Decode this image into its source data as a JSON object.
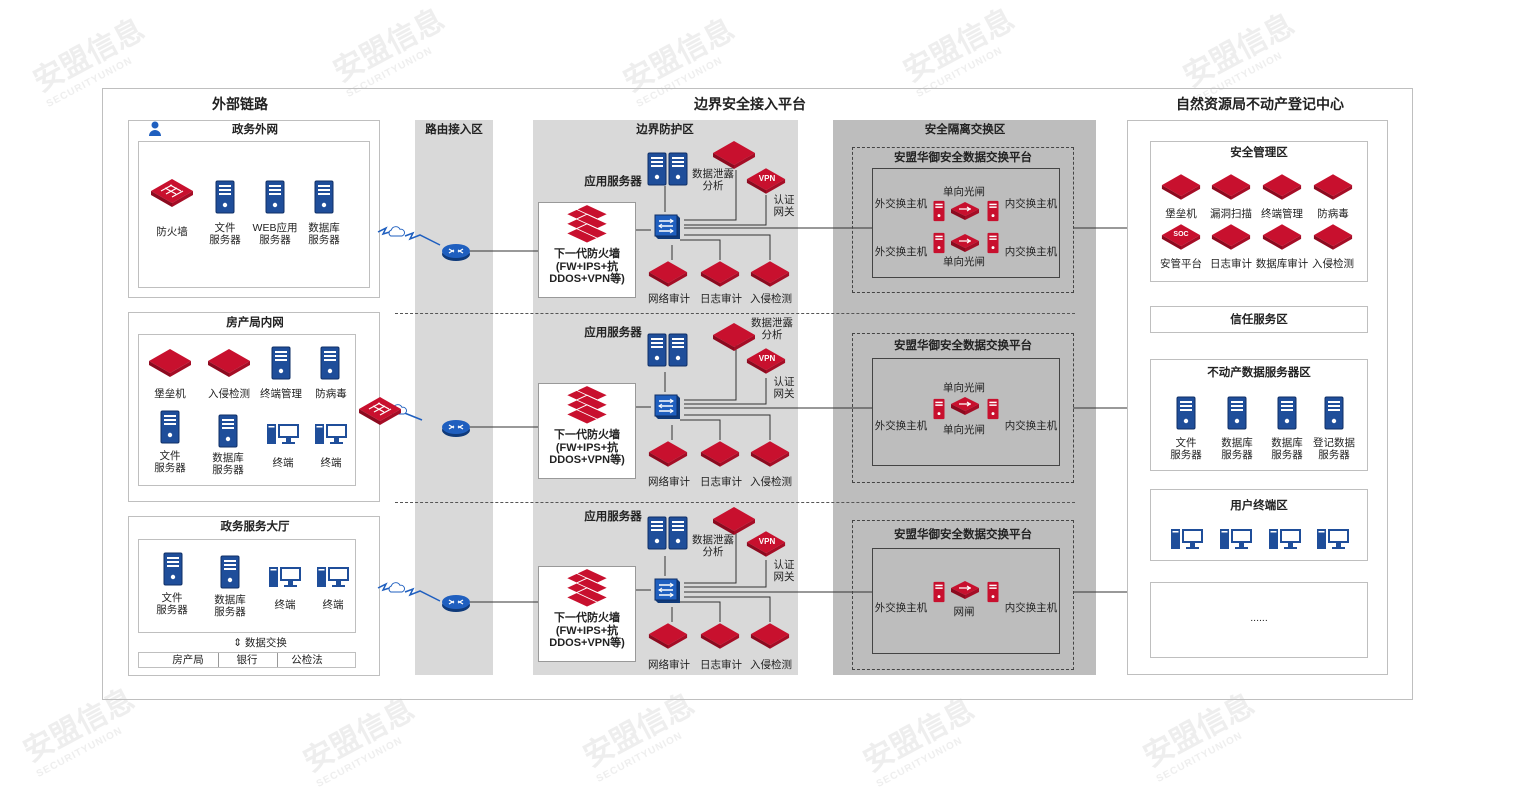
{
  "headers": {
    "external": "外部链路",
    "platform": "边界安全接入平台",
    "center": "自然资源局不动产登记中心"
  },
  "zones": {
    "routing": "路由接入区",
    "border": "边界防护区",
    "isolation": "安全隔离交换区"
  },
  "left": {
    "gov_external": {
      "title": "政务外网",
      "items": [
        "防火墙",
        "文件\n服务器",
        "WEB应用\n服务器",
        "数据库\n服务器"
      ]
    },
    "housing": {
      "title": "房产局内网",
      "row1": [
        "堡垒机",
        "入侵检测",
        "终端管理",
        "防病毒"
      ],
      "row2": [
        "文件\n服务器",
        "数据库\n服务器",
        "终端",
        "终端"
      ]
    },
    "hall": {
      "title": "政务服务大厅",
      "items": [
        "文件\n服务器",
        "数据库\n服务器",
        "终端",
        "终端"
      ],
      "exchange": "数据交换",
      "partners": [
        "房产局",
        "银行",
        "公检法"
      ]
    }
  },
  "border": {
    "app_server": "应用服务器",
    "dlp": "数据泄露\n分析",
    "gateway": "认证\n网关",
    "vpn": "VPN",
    "ngfw": "下一代防火墙\n(FW+IPS+抗\nDDOS+VPN等)",
    "bottom": [
      "网络审计",
      "日志审计",
      "入侵检测"
    ]
  },
  "isolation": {
    "platform_title": "安盟华御安全数据交换平台",
    "outer_host": "外交换主机",
    "inner_host": "内交换主机",
    "gap": "单向光闸",
    "net_gate": "网闸"
  },
  "right": {
    "security": {
      "title": "安全管理区",
      "row1": [
        "堡垒机",
        "漏洞扫描",
        "终端管理",
        "防病毒"
      ],
      "row2": [
        "安管平台",
        "日志审计",
        "数据库审计",
        "入侵检测"
      ],
      "soc": "SOC"
    },
    "trust": "信任服务区",
    "data": {
      "title": "不动产数据服务器区",
      "items": [
        "文件\n服务器",
        "数据库\n服务器",
        "数据库\n服务器",
        "登记数据\n服务器"
      ]
    },
    "terminal": {
      "title": "用户终端区"
    },
    "more": "......"
  },
  "watermark": {
    "cn": "安盟信息",
    "en": "SECURITYUNION"
  },
  "colors": {
    "red": "#c8102e",
    "blue": "#1f4e9a",
    "zone": "#d9d9d9",
    "zone_dark": "#bdbdbd"
  }
}
